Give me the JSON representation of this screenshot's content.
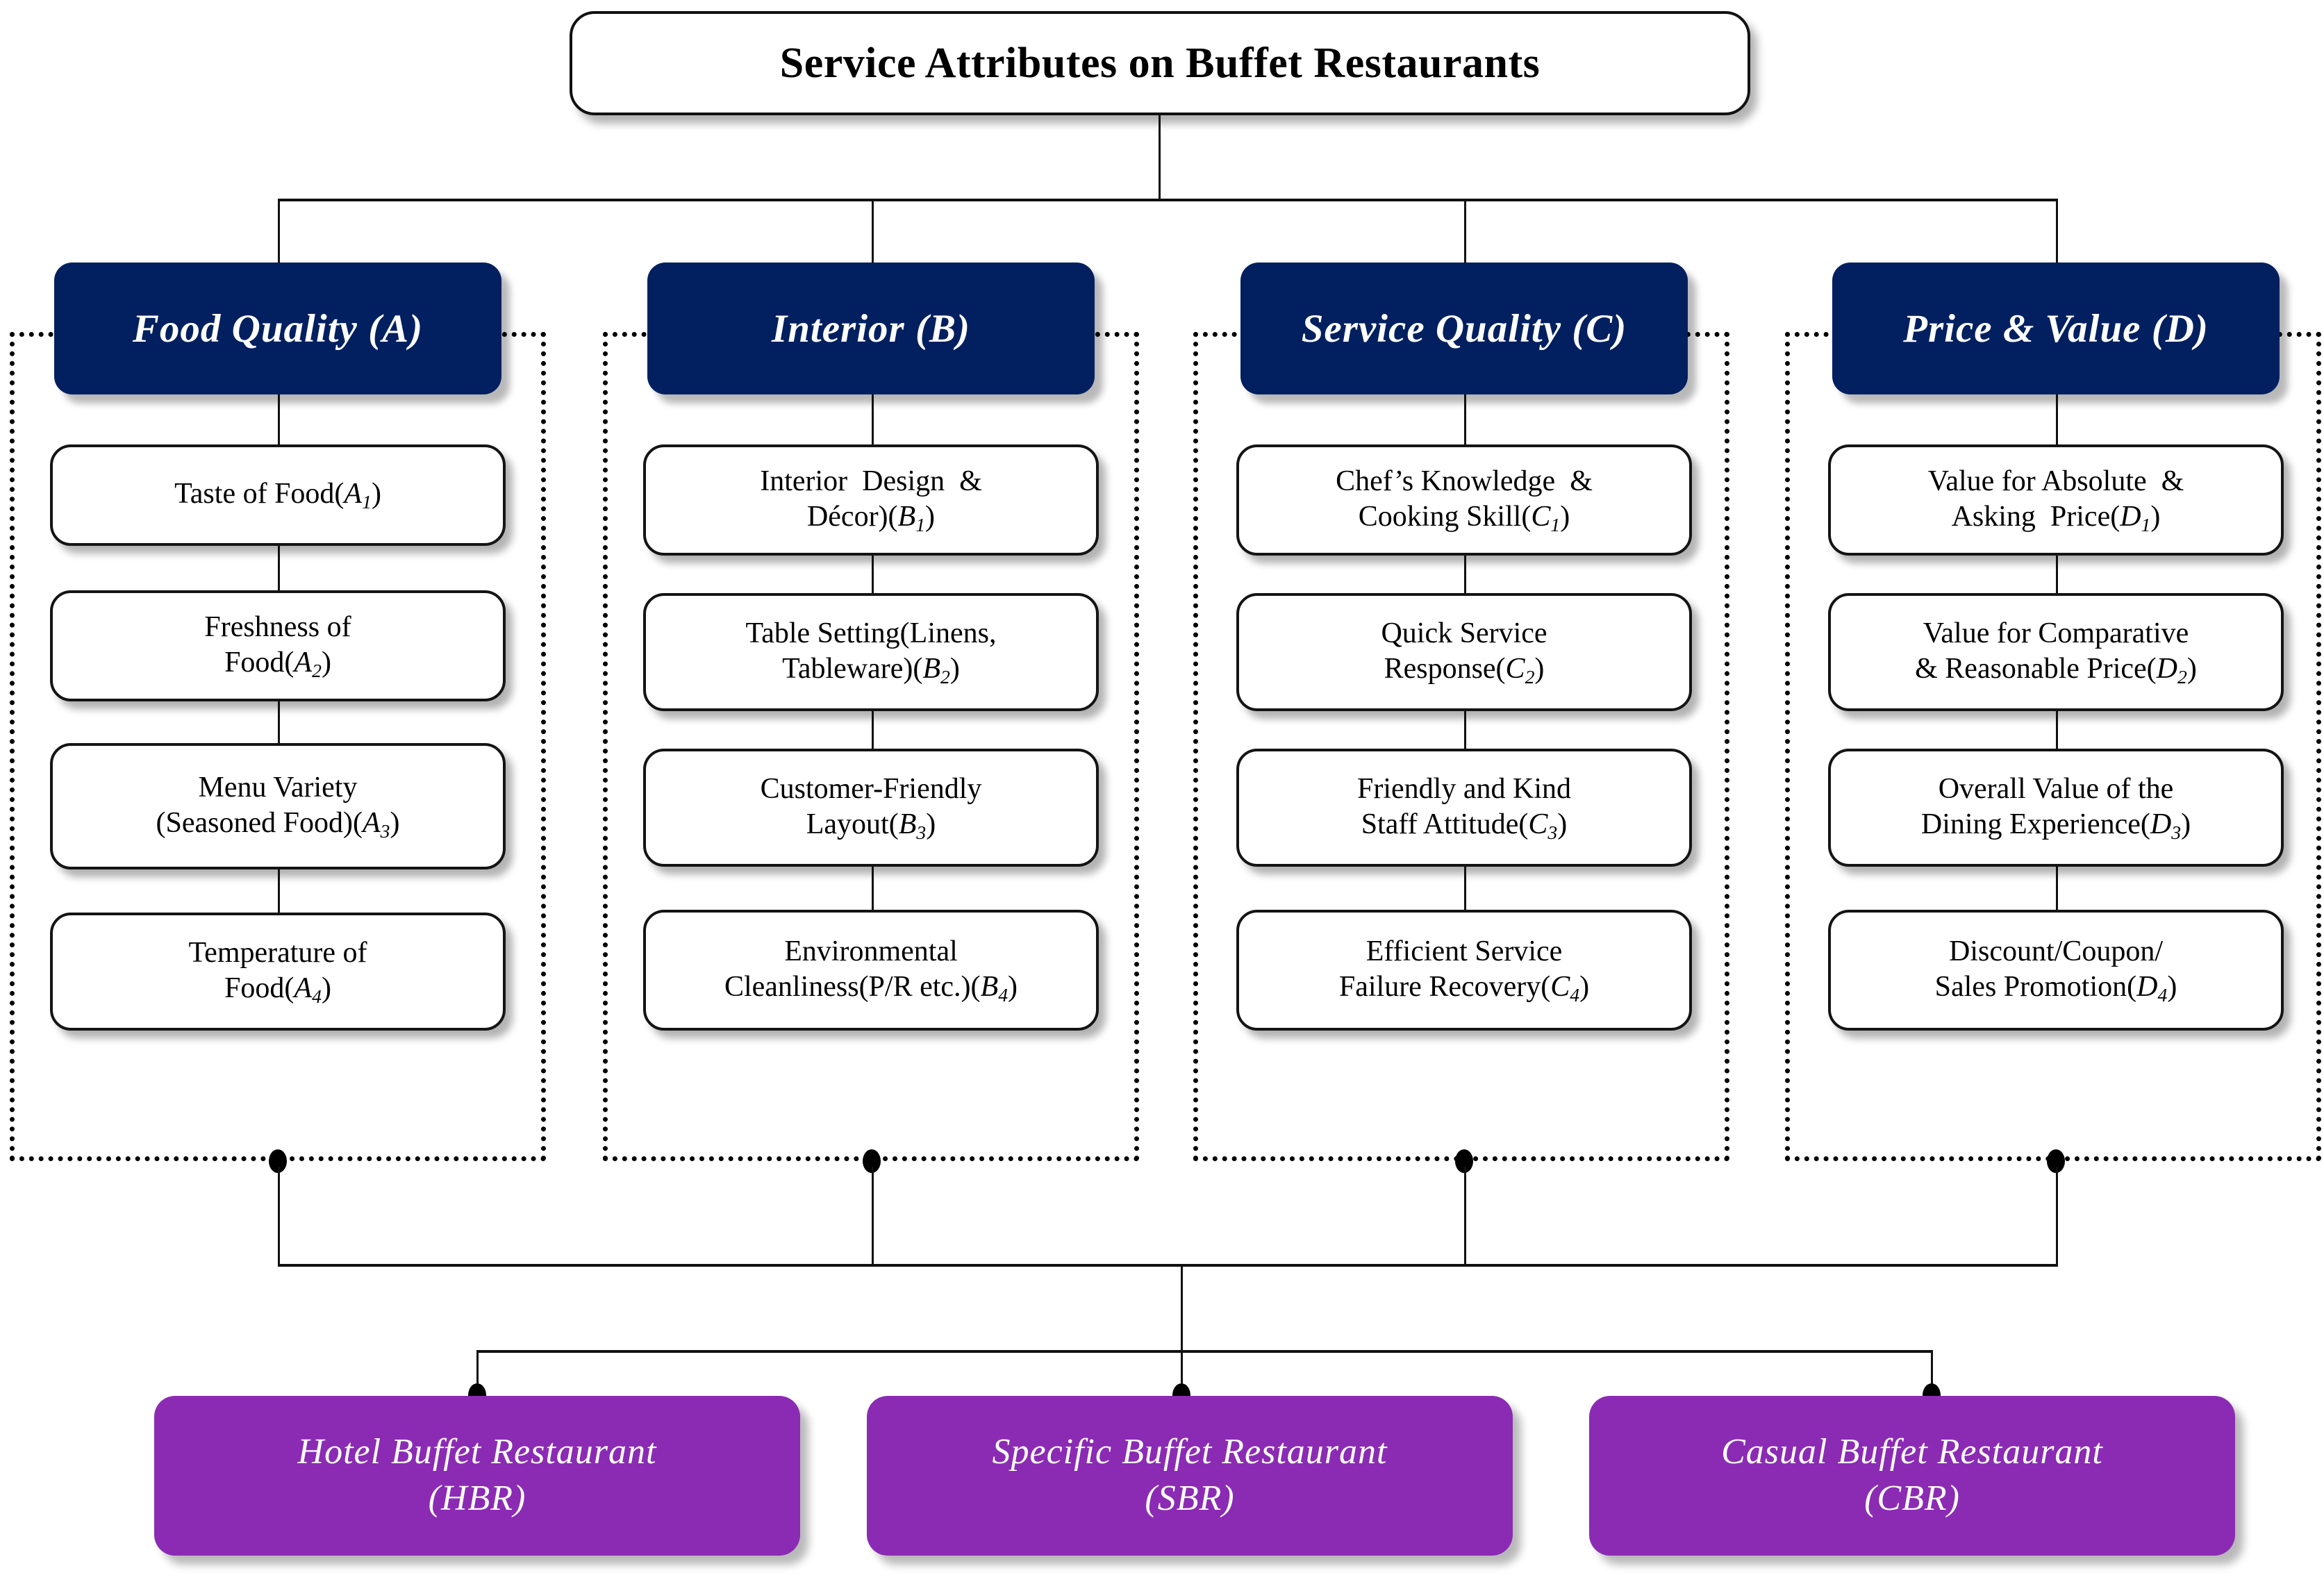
{
  "root": {
    "title": "Service Attributes on Buffet Restaurants"
  },
  "colors": {
    "category_header_bg": "#022060",
    "category_header_text": "#ffffff",
    "attribute_box_bg": "#ffffff",
    "attribute_box_text": "#000000",
    "terminal_box_bg": "#8b2bb4",
    "terminal_box_text": "#ffffff",
    "connector": "#111111",
    "group_frame_border": "#000000"
  },
  "categories": [
    {
      "id": "A",
      "header": "Food Quality (A)",
      "items": [
        {
          "label": "Taste of Food(",
          "code": "A",
          "sub": "1",
          "tail": ")",
          "lines": [
            "Taste of Food(A₁)"
          ]
        },
        {
          "label": "Freshness of\nFood(",
          "code": "A",
          "sub": "2",
          "tail": ")",
          "lines": [
            "Freshness of",
            "Food(A₂)"
          ]
        },
        {
          "label": "Menu Variety\n(Seasoned Food)(",
          "code": "A",
          "sub": "3",
          "tail": ")",
          "lines": [
            "Menu Variety",
            "(Seasoned Food)(A₃)"
          ]
        },
        {
          "label": "Temperature of\nFood(",
          "code": "A",
          "sub": "4",
          "tail": ")",
          "lines": [
            "Temperature of",
            "Food(A₄)"
          ]
        }
      ]
    },
    {
      "id": "B",
      "header": "Interior (B)",
      "items": [
        {
          "label": "Interior Design &\nDécor)(",
          "code": "B",
          "sub": "1",
          "tail": ")",
          "lines": [
            "Interior Design &",
            "Décor)(B₁)"
          ]
        },
        {
          "label": "Table Setting(Linens,\nTableware)(",
          "code": "B",
          "sub": "2",
          "tail": ")",
          "lines": [
            "Table Setting(Linens,",
            "Tableware)(B₂)"
          ]
        },
        {
          "label": "Customer-Friendly\nLayout(",
          "code": "B",
          "sub": "3",
          "tail": ")",
          "lines": [
            "Customer-Friendly",
            "Layout(B₃)"
          ]
        },
        {
          "label": "Environmental\nCleanliness(P/R etc.)(",
          "code": "B",
          "sub": "4",
          "tail": ")",
          "lines": [
            "Environmental",
            "Cleanliness(P/R etc.)(B₄)"
          ]
        }
      ]
    },
    {
      "id": "C",
      "header": "Service Quality (C)",
      "items": [
        {
          "label": "Chef’s Knowledge &\nCooking Skill(",
          "code": "C",
          "sub": "1",
          "tail": ")",
          "lines": [
            "Chef’s Knowledge &",
            "Cooking Skill(C₁)"
          ]
        },
        {
          "label": "Quick Service\nResponse(",
          "code": "C",
          "sub": "2",
          "tail": ")",
          "lines": [
            "Quick Service",
            "Response(C₂)"
          ]
        },
        {
          "label": "Friendly and Kind\nStaff Attitude(",
          "code": "C",
          "sub": "3",
          "tail": ")",
          "lines": [
            "Friendly and Kind",
            "Staff Attitude(C₃)"
          ]
        },
        {
          "label": "Efficient Service\nFailure Recovery(",
          "code": "C",
          "sub": "4",
          "tail": ")",
          "lines": [
            "Efficient Service",
            "Failure Recovery(C₄)"
          ]
        }
      ]
    },
    {
      "id": "D",
      "header": "Price & Value (D)",
      "items": [
        {
          "label": "Value for Absolute &\nAsking Price(",
          "code": "D",
          "sub": "1",
          "tail": ")",
          "lines": [
            "Value for Absolute &",
            "Asking Price(D₁)"
          ]
        },
        {
          "label": "Value for Comparative\n& Reasonable Price(",
          "code": "D",
          "sub": "2",
          "tail": ")",
          "lines": [
            "Value for Comparative",
            "& Reasonable Price(D₂)"
          ]
        },
        {
          "label": "Overall Value of the\nDining Experience(",
          "code": "D",
          "sub": "3",
          "tail": ")",
          "lines": [
            "Overall Value of the",
            "Dining Experience(D₃)"
          ]
        },
        {
          "label": "Discount/Coupon/\nSales Promotion(",
          "code": "D",
          "sub": "4",
          "tail": ")",
          "lines": [
            "Discount/Coupon/",
            "Sales Promotion(D₄)"
          ]
        }
      ]
    }
  ],
  "terminals": [
    {
      "id": "HBR",
      "line1": "Hotel Buffet Restaurant",
      "line2": "(HBR)"
    },
    {
      "id": "SBR",
      "line1": "Specific Buffet Restaurant",
      "line2": "(SBR)"
    },
    {
      "id": "CBR",
      "line1": "Casual Buffet Restaurant",
      "line2": "(CBR)"
    }
  ]
}
